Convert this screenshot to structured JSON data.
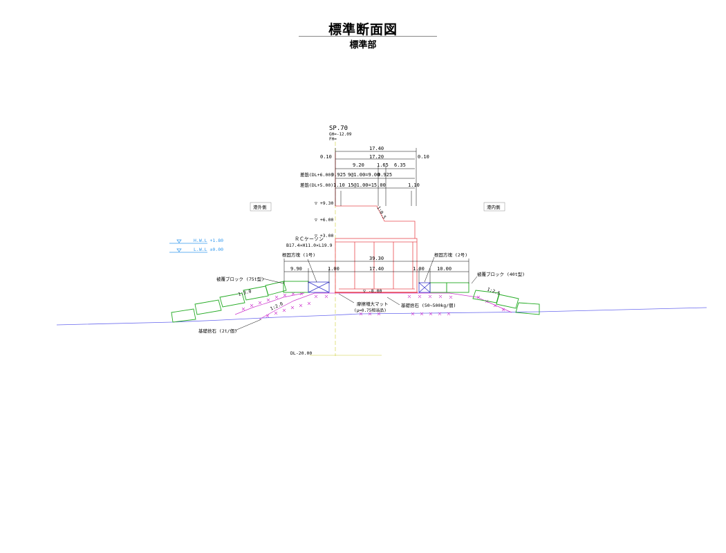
{
  "title": "標準断面図",
  "subtitle": "標準部",
  "section": {
    "id": "SP.70",
    "ground_height": "GH=-12.09",
    "fh": "FH="
  },
  "dims": {
    "overall_top": "17.40",
    "left_offset": "0.10",
    "inner_width": "17.20",
    "right_offset": "0.10",
    "seg_a": "9.20",
    "seg_b": "1.65",
    "seg_c": "6.35",
    "bars_upper_label": "差筋(DL+6.00)",
    "bars_upper_left": "0.925",
    "bars_upper_mid": "9@1.00=9.00",
    "bars_upper_right": "0.925",
    "bars_lower_label": "差筋(DL+5.00)",
    "bars_lower_left": "1.10",
    "bars_lower_mid": "15@1.00=15.00",
    "bars_lower_right": "1.10",
    "base_total": "39.30",
    "base_left": "9.90",
    "base_left_gap": "1.00",
    "base_mid": "17.40",
    "base_right_gap": "1.00",
    "base_right": "10.00",
    "slope_ratio": "1:0.5"
  },
  "levels": {
    "crown": "▽ +9.30",
    "l6": "▽ +6.00",
    "l3": "▽ +3.00",
    "bottom": "▽ -8.00",
    "dl": "DL-20.00"
  },
  "water": {
    "hwl": "H.W.L +1.80",
    "lwl": "L.W.L ±0.00"
  },
  "sides": {
    "harbor_outer": "港外側",
    "harbor_inner": "港内側"
  },
  "labels": {
    "caisson": "ＲＣケーソン",
    "caisson_dims": "B17.4×H11.0×L19.9",
    "foot_block_1": "根固方塊 (1号)",
    "foot_block_2": "根固方塊 (2号)",
    "armor_left": "被覆ブロック (75t型)",
    "armor_right": "被覆ブロック (40t型)",
    "slope_left_upper": "1:3.0",
    "slope_left_lower": "1:2.0",
    "slope_right": "1:2.5",
    "friction_mat": "摩擦増大マット",
    "friction_mat_note": "(μ=0.75相当品)",
    "rubble_right": "基礎捨石 (50~500kg/個)",
    "rubble_left": "基礎捨石 (2t/個)"
  },
  "colors": {
    "structure": "#e8484f",
    "rubble": "#cc33cc",
    "armor": "#22aa22",
    "seabed": "#6666ee",
    "water": "#3399ee",
    "foot_block": "#3333cc",
    "centerline": "#cccc33"
  }
}
